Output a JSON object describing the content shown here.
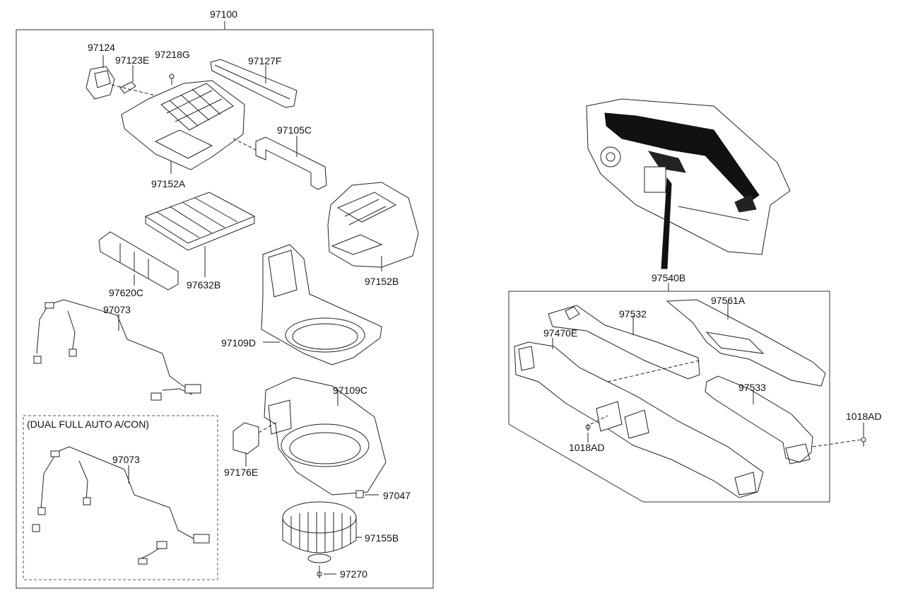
{
  "assembly_label": "97100",
  "dual_box_label": "(DUAL FULL AUTO A/CON)",
  "duct_assembly_label": "97540B",
  "parts": {
    "p97124": "97124",
    "p97123E": "97123E",
    "p97218G": "97218G",
    "p97127F": "97127F",
    "p97105C": "97105C",
    "p97152A": "97152A",
    "p97632B": "97632B",
    "p97152B": "97152B",
    "p97620C": "97620C",
    "p97073a": "97073",
    "p97109D": "97109D",
    "p97109C": "97109C",
    "p97073b": "97073",
    "p97176E": "97176E",
    "p97047": "97047",
    "p97155B": "97155B",
    "p97270": "97270",
    "p97532": "97532",
    "p97561A": "97561A",
    "p97470E": "97470E",
    "p97533": "97533",
    "p1018ADa": "1018AD",
    "p1018ADb": "1018AD"
  }
}
